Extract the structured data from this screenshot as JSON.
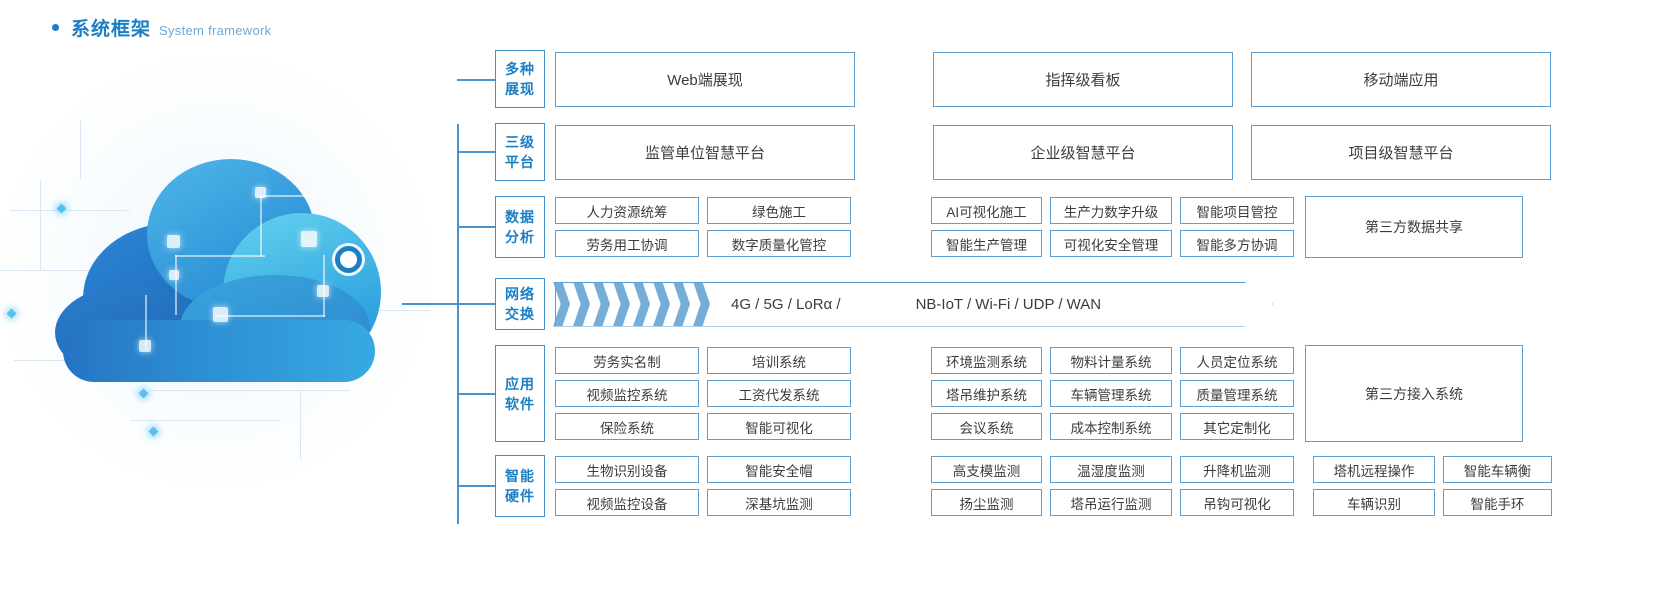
{
  "heading": {
    "bullet": "bullet-dot",
    "title_cn": "系统框架",
    "title_en": "System framework"
  },
  "illustration": {
    "name": "cloud-computing-illustration",
    "accent": "#1b7fc4",
    "node_color": "#56c1f0"
  },
  "rows": [
    {
      "key": "presentation",
      "label_line1": "多种",
      "label_line2": "展现",
      "left_group": [
        [
          "Web端展现"
        ]
      ],
      "mid_group": [
        [
          "指挥级看板"
        ]
      ],
      "right_group": [
        [
          "移动端应用"
        ]
      ]
    },
    {
      "key": "platform",
      "label_line1": "三级",
      "label_line2": "平台",
      "left_group": [
        [
          "监管单位智慧平台"
        ]
      ],
      "mid_group": [
        [
          "企业级智慧平台"
        ]
      ],
      "right_group": [
        [
          "项目级智慧平台"
        ]
      ]
    },
    {
      "key": "data-analysis",
      "label_line1": "数据",
      "label_line2": "分析",
      "left_group": [
        [
          "人力资源统筹",
          "绿色施工"
        ],
        [
          "劳务用工协调",
          "数字质量化管控"
        ]
      ],
      "mid_group": [
        [
          "AI可视化施工",
          "生产力数字升级",
          "智能项目管控"
        ],
        [
          "智能生产管理",
          "可视化安全管理",
          "智能多方协调"
        ]
      ],
      "side_box": "第三方数据共享"
    },
    {
      "key": "network-exchange",
      "label_line1": "网络",
      "label_line2": "交换",
      "network_text_left": "4G / 5G / LoRα /",
      "network_text_right": "NB-IoT / Wi-Fi / UDP / WAN",
      "chevron_count": 8
    },
    {
      "key": "application-software",
      "label_line1": "应用",
      "label_line2": "软件",
      "left_group": [
        [
          "劳务实名制",
          "培训系统"
        ],
        [
          "视频监控系统",
          "工资代发系统"
        ],
        [
          "保险系统",
          "智能可视化"
        ]
      ],
      "mid_group": [
        [
          "环境监测系统",
          "物料计量系统",
          "人员定位系统"
        ],
        [
          "塔吊维护系统",
          "车辆管理系统",
          "质量管理系统"
        ],
        [
          "会议系统",
          "成本控制系统",
          "其它定制化"
        ]
      ],
      "side_box": "第三方接入系统"
    },
    {
      "key": "smart-hardware",
      "label_line1": "智能",
      "label_line2": "硬件",
      "left_group": [
        [
          "生物识别设备",
          "智能安全帽"
        ],
        [
          "视频监控设备",
          "深基坑监测"
        ]
      ],
      "mid_group": [
        [
          "高支模监测",
          "温湿度监测",
          "升降机监测"
        ],
        [
          "扬尘监测",
          "塔吊运行监测",
          "吊钩可视化"
        ]
      ],
      "far_group": [
        [
          "塔机远程操作",
          "智能车辆衡"
        ],
        [
          "车辆识别",
          "智能手环"
        ]
      ]
    }
  ]
}
